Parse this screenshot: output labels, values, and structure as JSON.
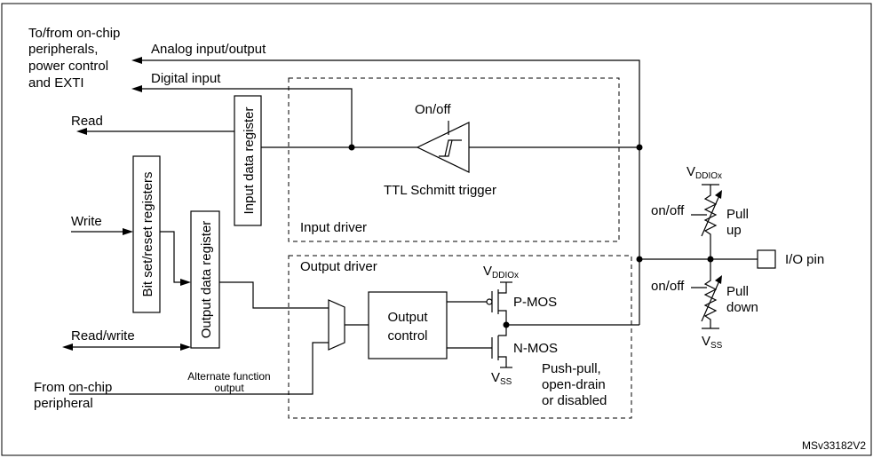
{
  "labels": {
    "to_from_1": "To/from on-chip",
    "to_from_2": "peripherals,",
    "to_from_3": "power control",
    "to_from_4": "and EXTI",
    "analog_io": "Analog input/output",
    "digital_input": "Digital input",
    "read": "Read",
    "write": "Write",
    "read_write": "Read/write",
    "from_periph_1": "From on-chip",
    "from_periph_2": "peripheral",
    "alt_func_1": "Alternate function",
    "alt_func_2": "output",
    "input_data_register": "Input data register",
    "bit_set_reset_registers": "Bit set/reset registers",
    "output_data_register": "Output data register",
    "on_off": "On/off",
    "ttl_schmitt": "TTL Schmitt trigger",
    "input_driver": "Input driver",
    "output_driver": "Output driver",
    "output_control_1": "Output",
    "output_control_2": "control",
    "vddiox_main": "V",
    "vddiox_sub": "DDIOx",
    "vss_main": "V",
    "vss_sub": "SS",
    "pmos": "P-MOS",
    "nmos": "N-MOS",
    "push_pull_1": "Push-pull,",
    "push_pull_2": "open-drain",
    "push_pull_3": "or disabled",
    "pull_on_off": "on/off",
    "pull_up_1": "Pull",
    "pull_up_2": "up",
    "pull_down_1": "Pull",
    "pull_down_2": "down",
    "io_pin": "I/O pin",
    "figure_id": "MSv33182V2"
  }
}
